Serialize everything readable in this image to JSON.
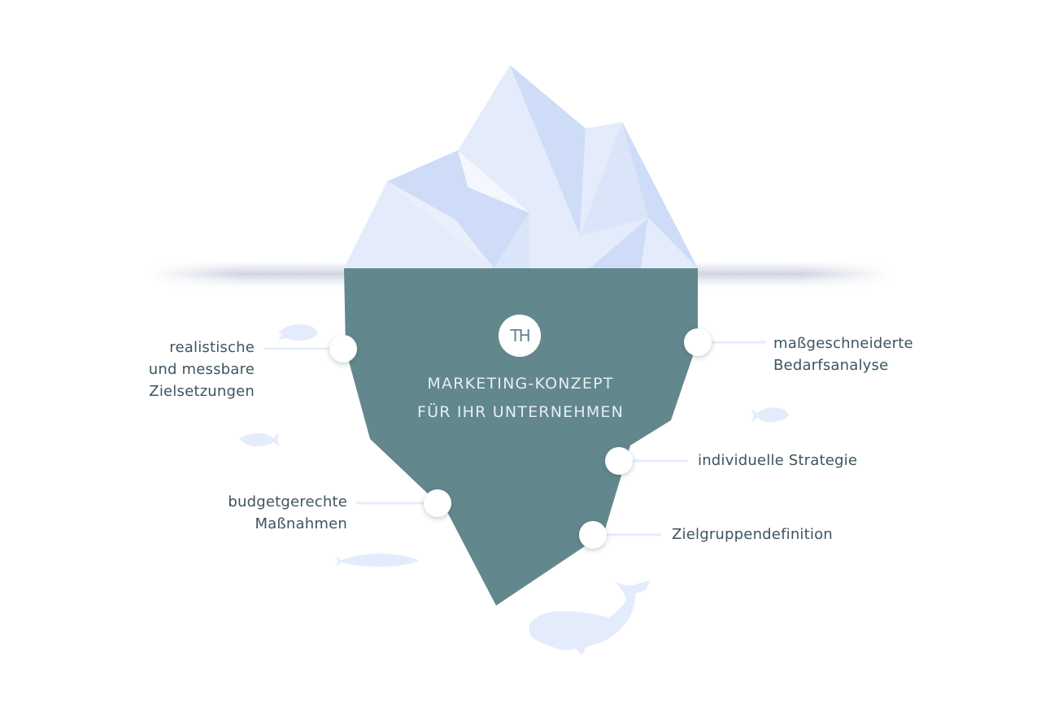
{
  "logo": {
    "text": "TH"
  },
  "title": {
    "line1": "MARKETING-KONZEPT",
    "line2": "FÜR IHR UNTERNEHMEN"
  },
  "labels": {
    "ziele": {
      "line1": "realistische",
      "line2": "und messbare",
      "line3": "Zielsetzungen"
    },
    "budget": {
      "line1": "budgetgerechte",
      "line2": "Maßnahmen"
    },
    "bedarf": {
      "line1": "maßgeschneiderte",
      "line2": "Bedarfsanalyse"
    },
    "strategie": {
      "line1": "individuelle Strategie"
    },
    "zielgruppe": {
      "line1": "Zielgruppendefinition"
    }
  },
  "colors": {
    "underwater": "#62878d",
    "ice_light": "#e4ecfc",
    "ice_mid": "#cfdcf7",
    "text": "#3c5560",
    "connector": "#e4ecfc",
    "sea_life": "#e4ecfc"
  },
  "icons": [
    "fish-icon",
    "whale-icon",
    "logo-icon"
  ]
}
